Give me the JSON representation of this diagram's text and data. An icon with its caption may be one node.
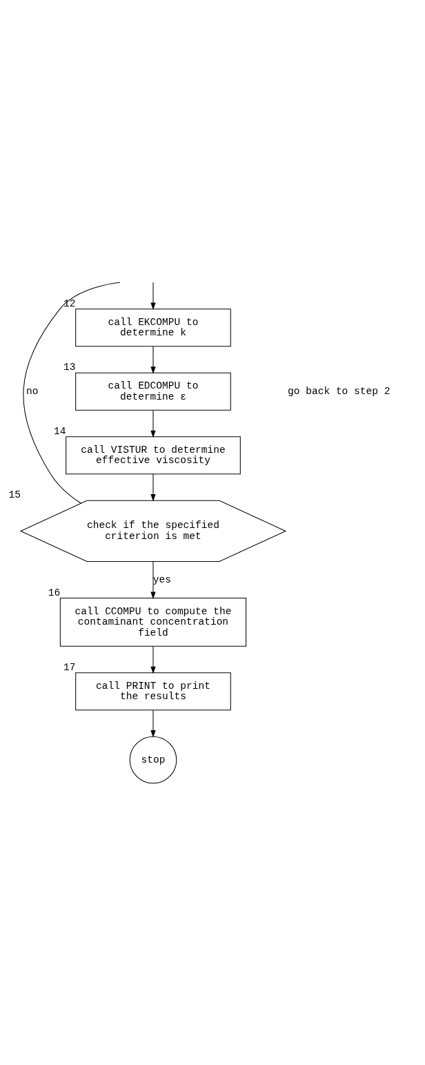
{
  "diagram": {
    "nodes": [
      {
        "text": [
          "call EKCOMPU to determine k"
        ],
        "beside": [
          "12"
        ]
      },
      {
        "text": [
          "call EDCOMPU to determine ε"
        ],
        "beside": [
          "13"
        ]
      },
      {
        "text": [
          "call VISTUR to determine effective viscosity"
        ],
        "beside": [
          "14"
        ]
      },
      {
        "text": [
          "check if the specified criterion is met"
        ],
        "beside": [
          "15"
        ]
      },
      {
        "text": [
          "call CCOMPU to compute the contaminant concentration field"
        ],
        "beside": [
          "16"
        ]
      },
      {
        "text": [
          "call PRINT to print the results"
        ],
        "beside": [
          "17"
        ]
      },
      {
        "text": [
          "stop"
        ]
      }
    ],
    "edges": [
      {
        "from": null,
        "to": 0,
        "arrow": "to"
      },
      {
        "from": 0,
        "to": 1,
        "arrow": "to"
      },
      {
        "from": 1,
        "to": 2,
        "arrow": "to"
      },
      {
        "from": 2,
        "to": 3,
        "arrow": "to"
      },
      {
        "from": 3,
        "to": 4,
        "arrow": "to",
        "label": "yes"
      },
      {
        "from": 4,
        "to": 5,
        "arrow": "to"
      },
      {
        "from": 5,
        "to": 6,
        "arrow": "to"
      },
      {
        "from": 3,
        "to": null,
        "arrow": "none",
        "label": "no"
      }
    ],
    "labels": [
      "go back to step 2"
    ]
  }
}
